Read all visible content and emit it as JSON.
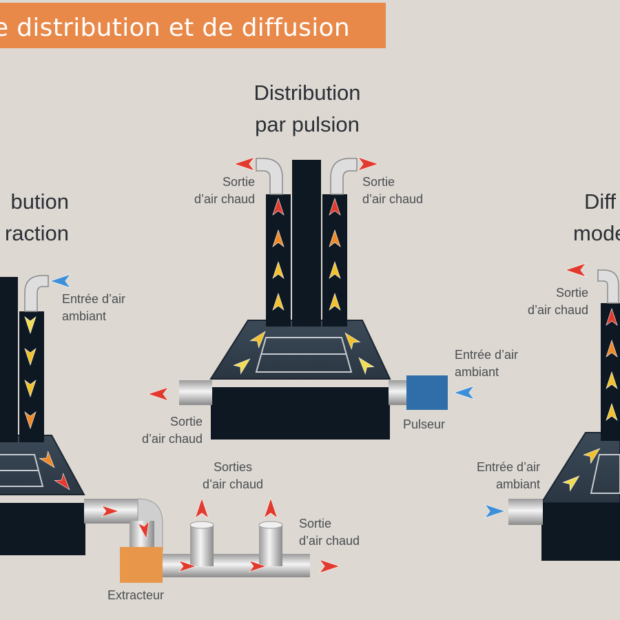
{
  "header": {
    "title": "e distribution et de diffusion",
    "color": "#e8894a"
  },
  "center_unit": {
    "title_line1": "Distribution",
    "title_line2": "par pulsion",
    "outlet_left_line1": "Sortie",
    "outlet_left_line2": "d’air chaud",
    "outlet_right_line1": "Sortie",
    "outlet_right_line2": "d’air chaud",
    "inlet_line1": "Entrée d’air",
    "inlet_line2": "ambiant",
    "side_outlet_line1": "Sortie",
    "side_outlet_line2": "d’air chaud",
    "blower_label": "Pulseur",
    "blower_color": "#2f6ea8"
  },
  "left_unit": {
    "title_line1": "bution",
    "title_line2": "raction",
    "inlet_line1": "Entrée d’air",
    "inlet_line2": "ambiant",
    "outlets_line1": "Sorties",
    "outlets_line2": "d’air chaud",
    "end_outlet_line1": "Sortie",
    "end_outlet_line2": "d’air chaud",
    "extractor_label": "Extracteur",
    "extractor_color": "#e8964a"
  },
  "right_unit": {
    "title_line1": "Diff",
    "title_line2": "mode",
    "outlet_line1": "Sortie",
    "outlet_line2": "d’air chaud",
    "inlet_line1": "Entrée d’air",
    "inlet_line2": "ambiant"
  },
  "colors": {
    "hot": "#e23a2e",
    "warm": "#ee8a2a",
    "mild": "#f2c22e",
    "cool": "#f2dc52",
    "cold": "#3f8fd8",
    "body": "#0e1822"
  }
}
